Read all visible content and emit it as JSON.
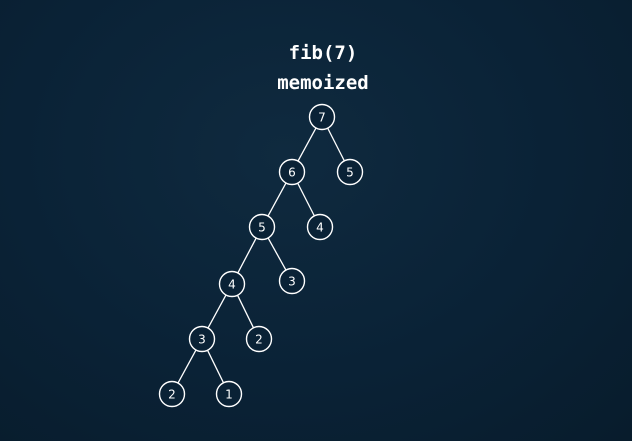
{
  "title": "fib(7)",
  "subtitle": "memoized",
  "colors": {
    "background": "#0a2236",
    "foreground": "#ffffff"
  },
  "tree": {
    "nodes": [
      {
        "id": "n7",
        "label": "7",
        "parent": null
      },
      {
        "id": "n6",
        "label": "6",
        "parent": "n7"
      },
      {
        "id": "n5r",
        "label": "5",
        "parent": "n7"
      },
      {
        "id": "n5",
        "label": "5",
        "parent": "n6"
      },
      {
        "id": "n4r",
        "label": "4",
        "parent": "n6"
      },
      {
        "id": "n4",
        "label": "4",
        "parent": "n5"
      },
      {
        "id": "n3r",
        "label": "3",
        "parent": "n5"
      },
      {
        "id": "n3",
        "label": "3",
        "parent": "n4"
      },
      {
        "id": "n2r",
        "label": "2",
        "parent": "n4"
      },
      {
        "id": "n2",
        "label": "2",
        "parent": "n3"
      },
      {
        "id": "n1",
        "label": "1",
        "parent": "n3"
      }
    ]
  }
}
